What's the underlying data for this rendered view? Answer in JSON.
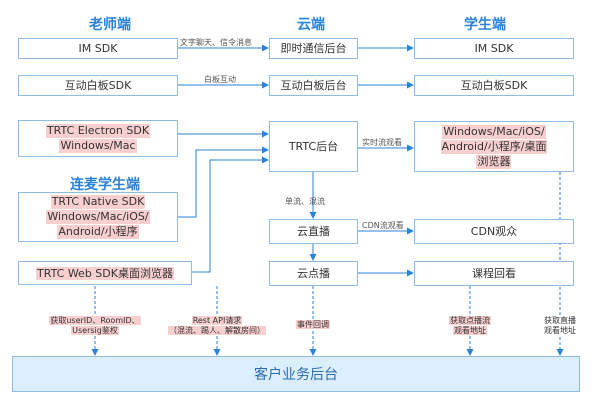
{
  "columns": {
    "teacher": "老师端",
    "cloud": "云端",
    "student": "学生端",
    "lianmai": "连麦学生端"
  },
  "boxes": {
    "teacher_im": "IM SDK",
    "cloud_im": "即时通信后台",
    "student_im": "IM SDK",
    "teacher_wb": "互动白板SDK",
    "cloud_wb": "互动白板后台",
    "student_wb": "互动白板SDK",
    "electron_line1": "TRTC Electron SDK",
    "electron_line2": "Windows/Mac",
    "trtc_backend": "TRTC后台",
    "viewer_line1": "Windows/Mac/iOS/",
    "viewer_line2": "Android/小程序/桌面",
    "viewer_line3": "浏览器",
    "native_line1": "TRTC Native SDK",
    "native_line2": "Windows/Mac/iOS/",
    "native_line3": "Android/小程序",
    "live": "云直播",
    "cdn_audience": "CDN观众",
    "web_sdk": "TRTC Web SDK桌面浏览器",
    "vod": "云点播",
    "replay": "课程回看",
    "bottom": "客户业务后台"
  },
  "edges": {
    "im": "文字聊天、信令消息",
    "wb": "白板互动",
    "realtime": "实时流观看",
    "mix": "单流、混流",
    "cdn": "CDN流观看"
  },
  "notes": {
    "auth_l1": "获取userID、RoomID、",
    "auth_l2": "Usersig鉴权",
    "rest_l1": "Rest API请求",
    "rest_l2": "（混流、踢人、解散房间）",
    "callback": "事件回调",
    "playback_l1": "获取点播流",
    "playback_l2": "观看地址",
    "liveaddr_l1": "获取直播",
    "liveaddr_l2": "观看地址"
  },
  "colors": {
    "title": "#2b82d9",
    "border": "#8fbce6",
    "highlight": "#f8cfcf",
    "bottom_fill": "#dbeefc",
    "arrow": "#2b82d9"
  }
}
